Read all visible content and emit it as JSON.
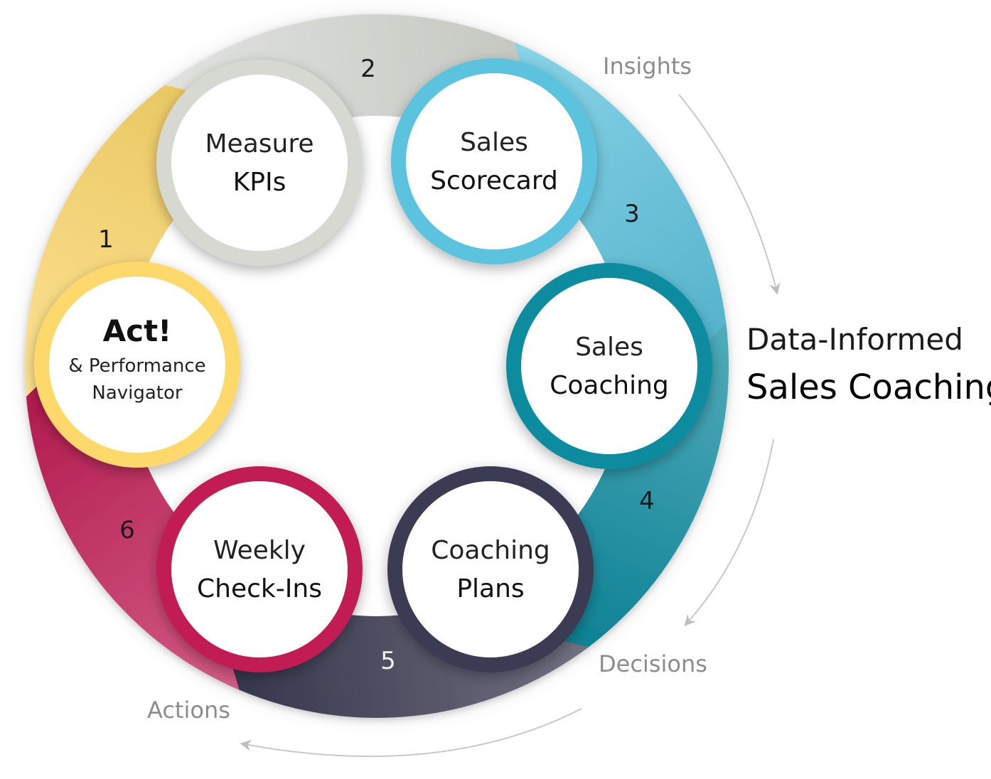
{
  "steps": [
    {
      "number": "1",
      "title": "Act!",
      "subtitle_line1": "& Performance",
      "subtitle_line2": "Navigator",
      "color": "#fdd86a"
    },
    {
      "number": "2",
      "line1": "Measure",
      "line2": "KPIs",
      "color": "#d6d8d2"
    },
    {
      "number": "3",
      "line1": "Sales",
      "line2": "Scorecard",
      "color": "#5bc3de"
    },
    {
      "number": "4",
      "line1": "Sales",
      "line2": "Coaching",
      "color": "#0d8ca0"
    },
    {
      "number": "5",
      "line1": "Coaching",
      "line2": "Plans",
      "color": "#3a3a52"
    },
    {
      "number": "6",
      "line1": "Weekly",
      "line2": "Check-Ins",
      "color": "#c21d55"
    }
  ],
  "cycle_labels": {
    "insights": "Insights",
    "decisions": "Decisions",
    "actions": "Actions"
  },
  "title": {
    "line1": "Data-Informed",
    "line2": "Sales Coaching"
  }
}
